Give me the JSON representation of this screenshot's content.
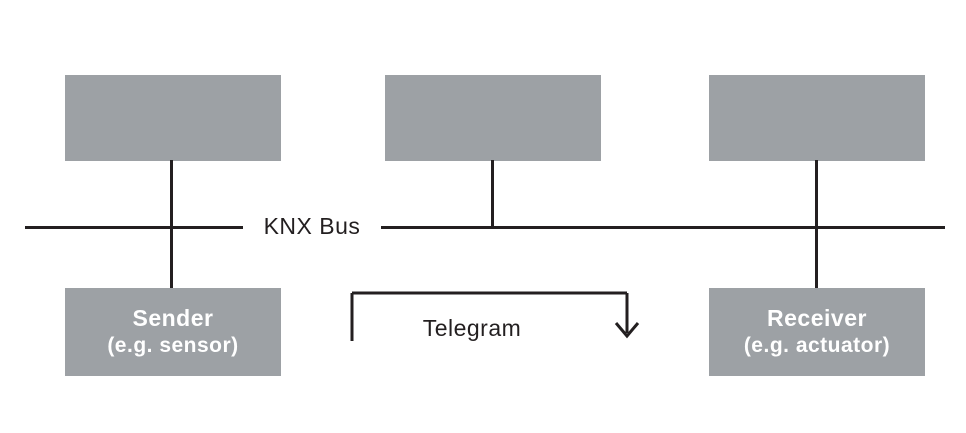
{
  "diagram": {
    "bus_label": "KNX Bus",
    "telegram_label": "Telegram",
    "sender": {
      "line1": "Sender",
      "line2": "(e.g. sensor)"
    },
    "receiver": {
      "line1": "Receiver",
      "line2": "(e.g. actuator)"
    },
    "devices": {
      "count": 3,
      "description": "three unlabeled bus devices connected to the KNX Bus"
    },
    "colors": {
      "box_fill": "#9da1a5",
      "line": "#231f20",
      "box_text": "#ffffff",
      "label_text": "#231f20",
      "background": "#ffffff"
    }
  }
}
